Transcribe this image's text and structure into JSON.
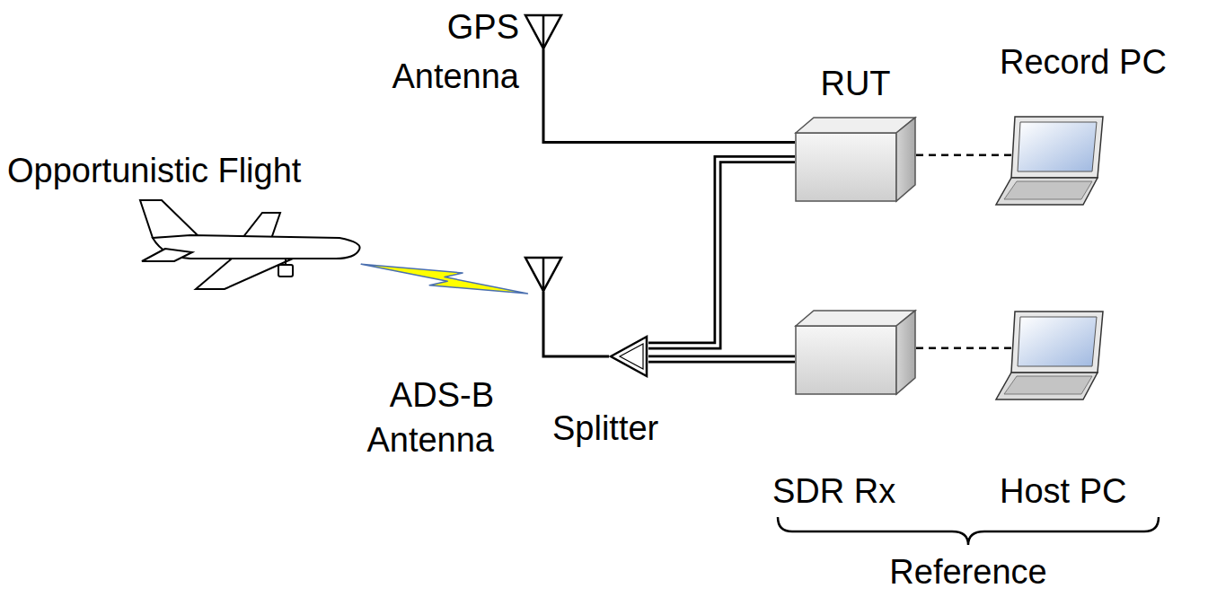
{
  "diagram": {
    "nodes": [
      {
        "text": [
          "GPS Antenna"
        ]
      },
      {
        "text": [
          "RUT"
        ]
      },
      {
        "text": [
          "Record PC"
        ]
      },
      {
        "text": [
          "Opportunistic Flight"
        ]
      },
      {
        "text": [
          "ADS-B Antenna"
        ]
      },
      {
        "text": [
          "Splitter"
        ]
      },
      {
        "text": [
          "SDR Rx"
        ]
      },
      {
        "text": [
          "Host PC"
        ]
      }
    ],
    "edges": [
      {
        "from": 0,
        "to": 1,
        "arrow": "none"
      },
      {
        "from": 4,
        "to": 5,
        "arrow": "none"
      },
      {
        "from": 5,
        "to": 1,
        "arrow": "none"
      },
      {
        "from": 5,
        "to": 6,
        "arrow": "none"
      },
      {
        "from": 1,
        "to": 2,
        "arrow": "none"
      },
      {
        "from": 6,
        "to": 7,
        "arrow": "none"
      },
      {
        "from": 3,
        "to": 4,
        "arrow": "none"
      }
    ],
    "labels": [
      "Reference"
    ]
  }
}
